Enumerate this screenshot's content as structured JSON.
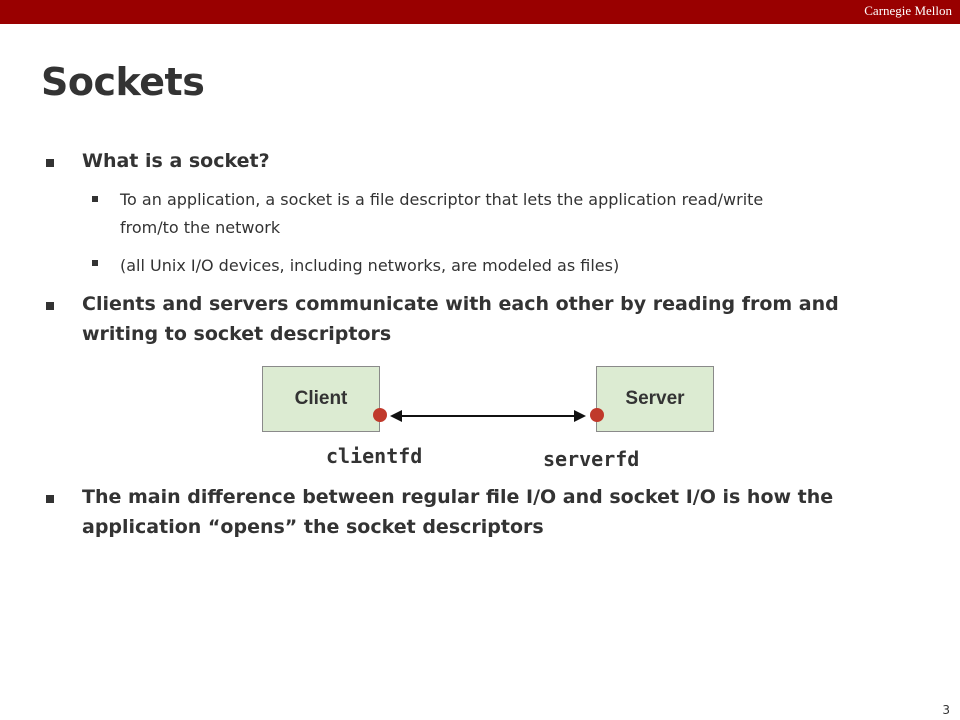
{
  "header": {
    "brand": "Carnegie Mellon"
  },
  "slide": {
    "title": "Sockets",
    "bullets": [
      {
        "text": "What is a socket?",
        "sub": [
          "To an application, a socket is a file descriptor that lets the application read/write from/to the network",
          "(all Unix I/O devices, including networks, are modeled as files)"
        ]
      },
      {
        "text": "Clients and servers communicate with each other by reading from and writing to socket descriptors"
      },
      {
        "text": "The main difference between regular file I/O and socket I/O is how the application “opens” the socket descriptors"
      }
    ],
    "diagram": {
      "client_label": "Client",
      "server_label": "Server",
      "client_fd": "clientfd",
      "server_fd": "serverfd"
    },
    "page_number": "3"
  },
  "colors": {
    "header_bar": "#990000",
    "box_fill": "#dcebd2",
    "endpoint": "#c0392b",
    "text": "#333333"
  }
}
